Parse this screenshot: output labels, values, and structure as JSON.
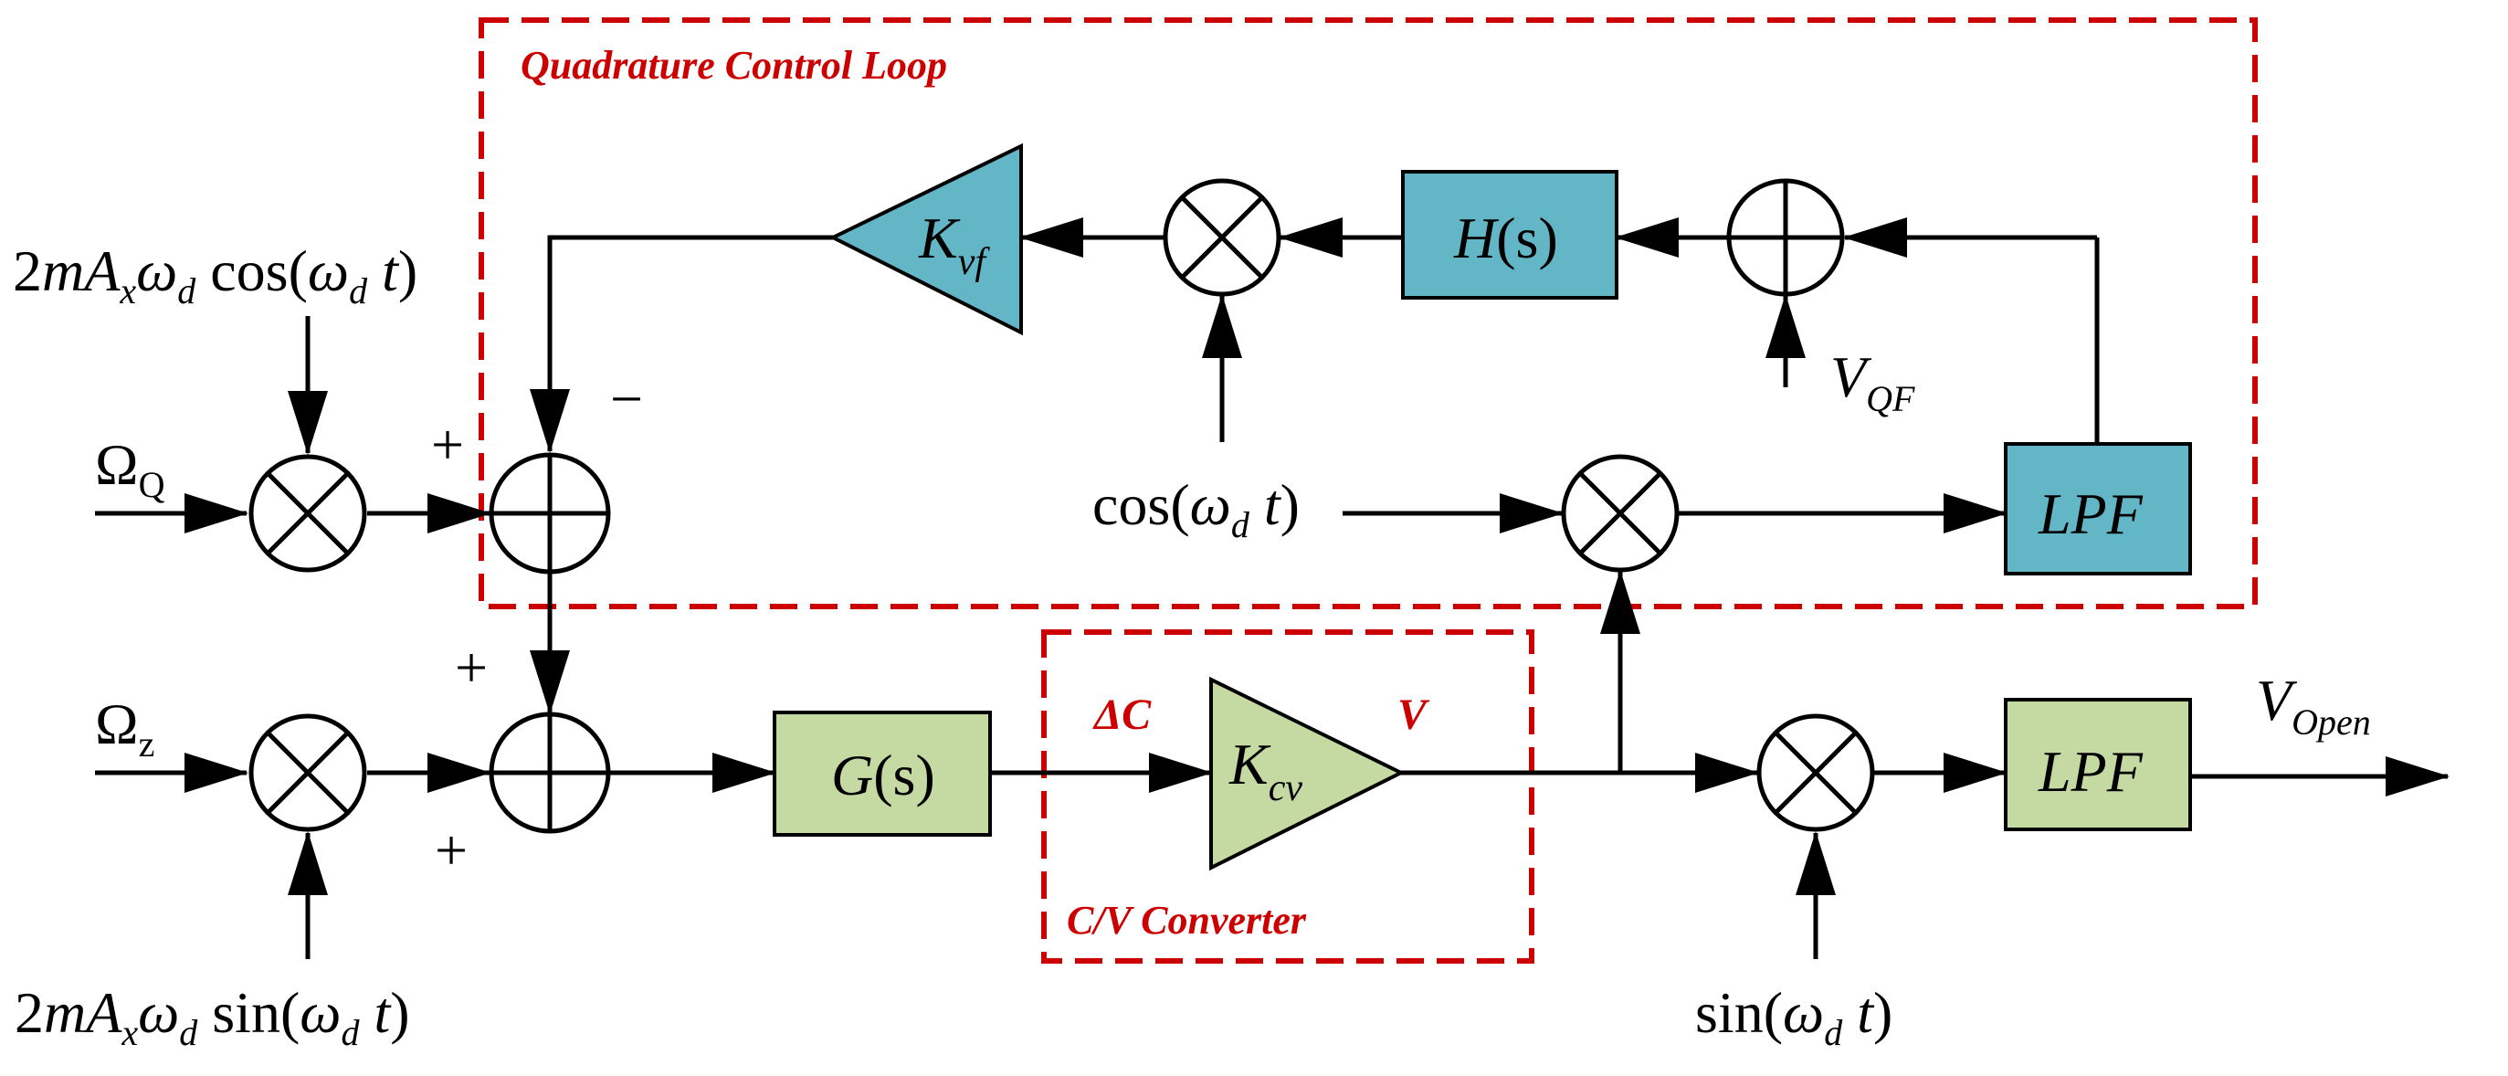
{
  "colors": {
    "teal_block": "#62b6c6",
    "green_block": "#c5d9a3",
    "loop_border": "#cc0000",
    "line": "#000000"
  },
  "regions": {
    "quadrature_loop": "Quadrature Control Loop",
    "cv_converter": "C/V Converter"
  },
  "blocks": {
    "kvf": {
      "main": "K",
      "sub": "vf"
    },
    "hs": {
      "main": "H",
      "rest": "(s)"
    },
    "lpf_top": "LPF",
    "gs": {
      "main": "G",
      "rest": "(s)"
    },
    "kcv": {
      "main": "K",
      "sub": "cv"
    },
    "lpf_bottom": "LPF"
  },
  "signals": {
    "omega_q": {
      "main": "Ω",
      "sub": "Q"
    },
    "omega_z": {
      "main": "Ω",
      "sub": "z"
    },
    "drive_cos": {
      "a": "2",
      "b": "mA",
      "c": "x",
      "d": "ω",
      "e": "d",
      "f": " cos(",
      "g": "ω",
      "h": "d",
      "i": " t",
      "j": ")"
    },
    "drive_sin": {
      "a": "2",
      "b": "mA",
      "c": "x",
      "d": "ω",
      "e": "d",
      "f": " sin(",
      "g": "ω",
      "h": "d",
      "i": " t",
      "j": ")"
    },
    "demod_cos": {
      "a": "cos(",
      "b": "ω",
      "c": "d",
      "d": " t",
      "e": ")"
    },
    "demod_sin": {
      "a": "sin(",
      "b": "ω",
      "c": "d",
      "d": " t",
      "e": ")"
    },
    "vqf": {
      "main": "V",
      "sub": "QF"
    },
    "vopen": {
      "main": "V",
      "sub": "Open"
    },
    "delta_c": "ΔC",
    "v": "V"
  },
  "signs": {
    "sum1_plus": "+",
    "sum1_minus": "−",
    "sum2_plus_top": "+",
    "sum2_plus_bottom": "+"
  }
}
